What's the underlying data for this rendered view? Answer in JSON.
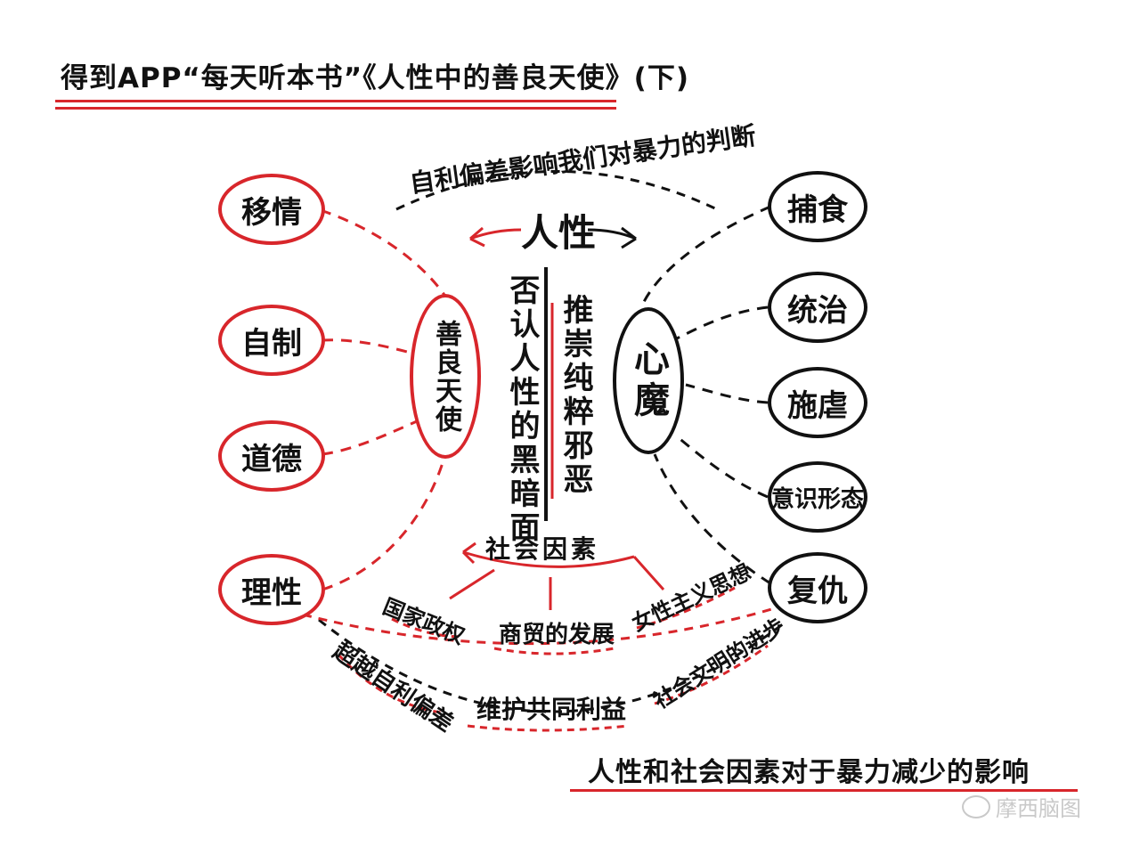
{
  "title": "得到APP“每天听本书”《人性中的善良天使》(下)",
  "top_arc_label": "自利偏差影响我们对暴力的判断",
  "center_label": "人性",
  "center_columns": {
    "right": "推崇纯粹邪恶",
    "left": "否认人性的黑暗面"
  },
  "angel_node": "善良天使",
  "demon_node": "心魔",
  "left_nodes": [
    "移情",
    "自制",
    "道德",
    "理性"
  ],
  "right_nodes": [
    "捕食",
    "统治",
    "施虐",
    "意识形态",
    "复仇"
  ],
  "social_label": "社会因素",
  "social_items": [
    "国家政权",
    "商贸的发展",
    "女性主义思想"
  ],
  "outer_items": [
    "超越自利偏差",
    "维护共同利益",
    "社会文明的进步"
  ],
  "footer": "人性和社会因素对于暴力减少的影响",
  "watermark": "摩西脑图",
  "colors": {
    "red": "#d8262b",
    "black": "#111111",
    "watermark": "#c9c9c9"
  }
}
